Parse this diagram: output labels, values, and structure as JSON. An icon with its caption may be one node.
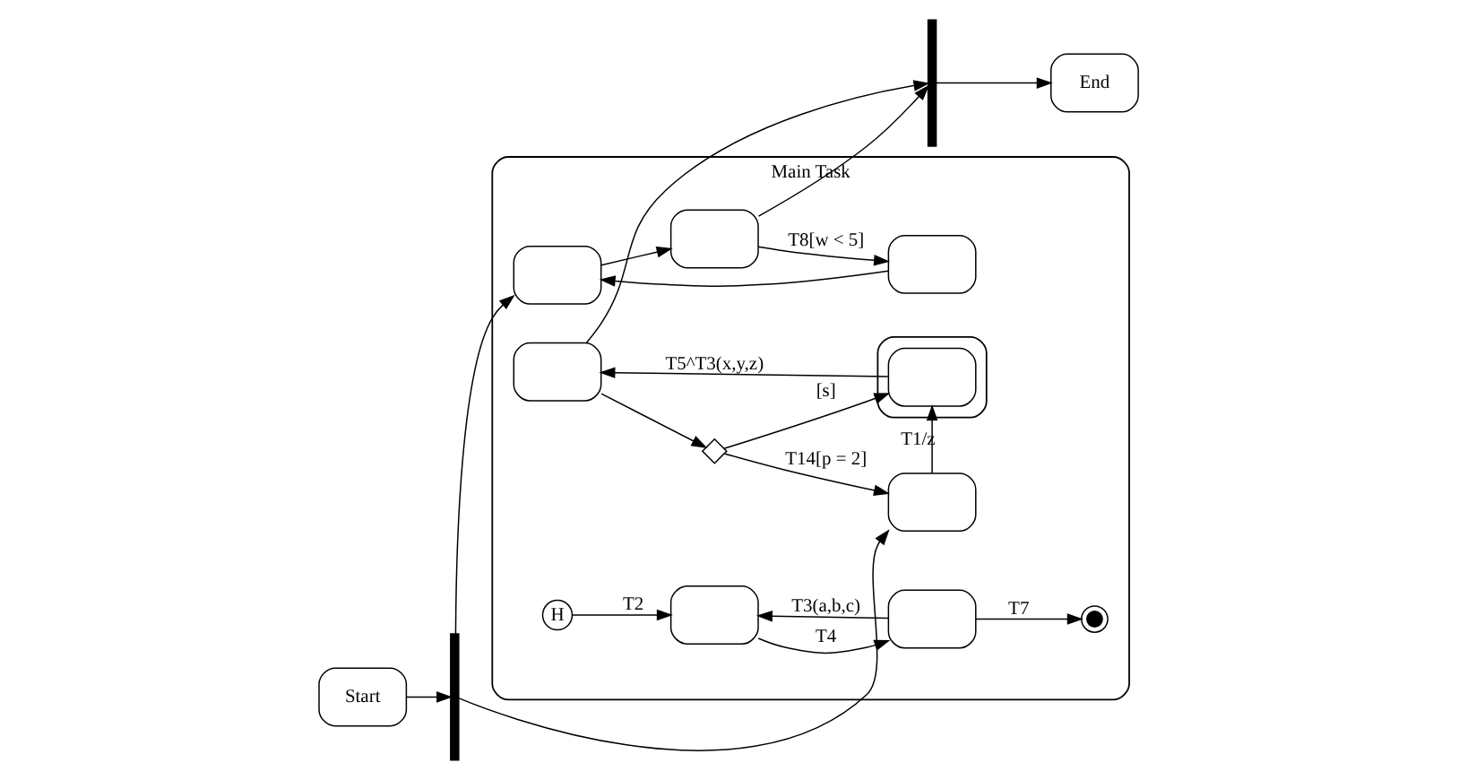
{
  "diagram": {
    "nodes": [
      {
        "text": [
          "Start"
        ]
      },
      {
        "text": [],
        "shape": "bar"
      },
      {
        "text": [
          "Main Task"
        ]
      },
      {
        "text": [],
        "shape": "box",
        "in": 2
      },
      {
        "text": [],
        "shape": "box",
        "in": 2
      },
      {
        "text": [],
        "shape": "box",
        "in": 4
      },
      {
        "text": [],
        "shape": "box",
        "in": 2
      },
      {
        "text": [],
        "shape": "diamond",
        "in": 2
      },
      {
        "text": [],
        "shape": "box",
        "in": 2
      },
      {
        "text": [],
        "shape": "box",
        "in": 2
      },
      {
        "text": [],
        "shape": "box",
        "in": 2
      },
      {
        "text": [
          "H"
        ],
        "in": 2
      },
      {
        "text": [],
        "shape": "box",
        "in": 2
      },
      {
        "text": [],
        "shape": "box",
        "in": 2
      },
      {
        "text": [],
        "shape": "circle",
        "in": 2
      },
      {
        "text": [],
        "shape": "bar"
      },
      {
        "text": [
          "End"
        ]
      }
    ],
    "edges": [
      {
        "from": 0,
        "to": 1,
        "arrow": "to"
      },
      {
        "from": 1,
        "to": 3,
        "arrow": "to"
      },
      {
        "from": 1,
        "to": 8,
        "arrow": "to"
      },
      {
        "from": 3,
        "to": 5,
        "arrow": "to",
        "label": "T1/z"
      },
      {
        "from": 5,
        "to": 6,
        "arrow": "to",
        "label": "T5^T3(x,y,z)"
      },
      {
        "from": 6,
        "to": 7,
        "arrow": "to"
      },
      {
        "from": 7,
        "to": 5,
        "arrow": "to",
        "label": "[s]"
      },
      {
        "from": 7,
        "to": 3,
        "arrow": "to",
        "label": "T14[p = 2]"
      },
      {
        "from": 6,
        "to": 15,
        "arrow": "to"
      },
      {
        "from": 10,
        "to": 9,
        "arrow": "to",
        "label": "T8[w < 5]"
      },
      {
        "from": 9,
        "to": 8,
        "arrow": "to"
      },
      {
        "from": 8,
        "to": 10,
        "arrow": "to"
      },
      {
        "from": 10,
        "to": 15,
        "arrow": "to"
      },
      {
        "from": 11,
        "to": 12,
        "arrow": "to",
        "label": "T2"
      },
      {
        "from": 13,
        "to": 12,
        "arrow": "to",
        "label": "T3(a,b,c)"
      },
      {
        "from": 12,
        "to": 13,
        "arrow": "to",
        "label": "T4"
      },
      {
        "from": 13,
        "to": 14,
        "arrow": "to",
        "label": "T7"
      },
      {
        "from": 15,
        "to": 16,
        "arrow": "to"
      }
    ]
  }
}
